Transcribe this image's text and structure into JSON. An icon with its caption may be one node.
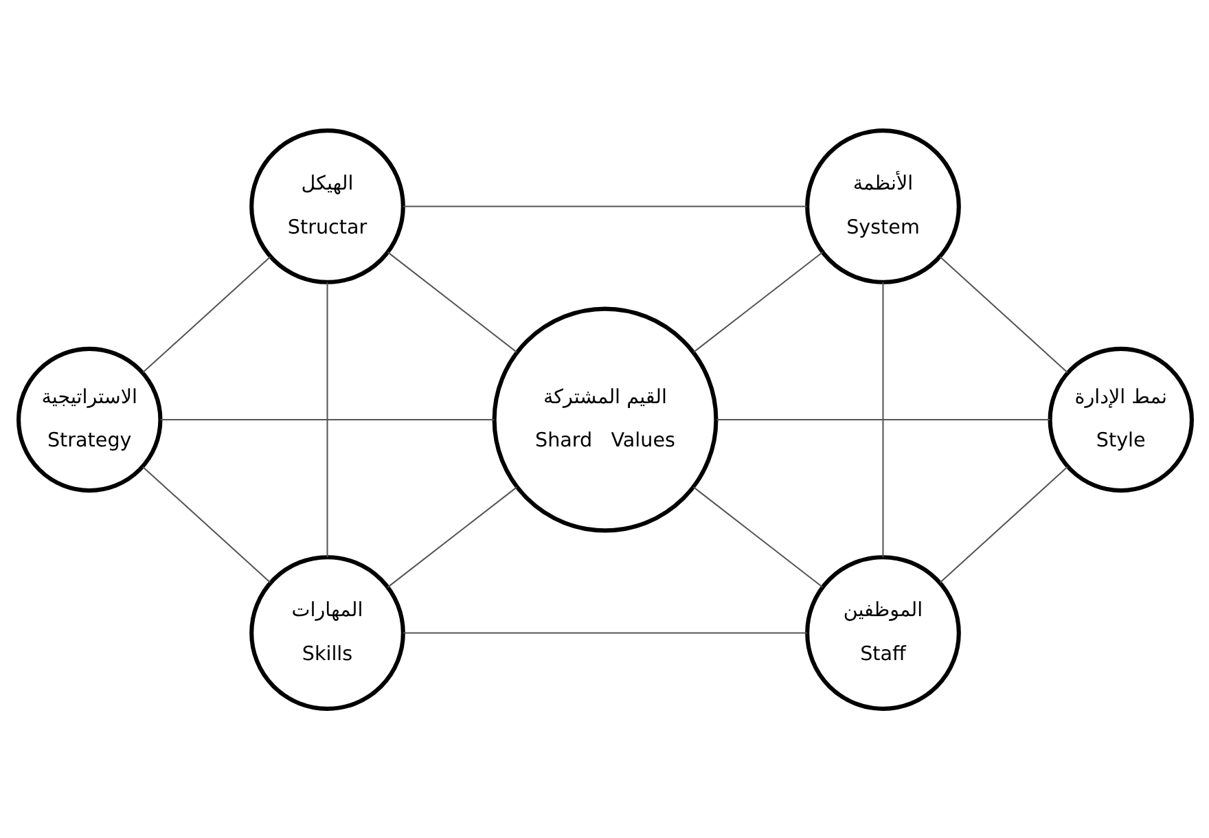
{
  "diagram": {
    "nodes": [
      {
        "text": [
          "الهيكل",
          "Structar"
        ]
      },
      {
        "text": [
          "الأنظمة",
          "System"
        ]
      },
      {
        "text": [
          "الاستراتيجية",
          "Strategy"
        ]
      },
      {
        "text": [
          "القيم المشتركة",
          "Shard   Values"
        ]
      },
      {
        "text": [
          "نمط الإدارة",
          "Style"
        ]
      },
      {
        "text": [
          "المهارات",
          "Skills"
        ]
      },
      {
        "text": [
          "الموظفين",
          "Staff"
        ]
      }
    ],
    "edges": [
      {
        "from": 0,
        "to": 1,
        "arrow": "none"
      },
      {
        "from": 2,
        "to": 0,
        "arrow": "none"
      },
      {
        "from": 0,
        "to": 3,
        "arrow": "none"
      },
      {
        "from": 0,
        "to": 5,
        "arrow": "none"
      },
      {
        "from": 3,
        "to": 1,
        "arrow": "none"
      },
      {
        "from": 1,
        "to": 4,
        "arrow": "none"
      },
      {
        "from": 1,
        "to": 6,
        "arrow": "none"
      },
      {
        "from": 2,
        "to": 3,
        "arrow": "none"
      },
      {
        "from": 2,
        "to": 5,
        "arrow": "none"
      },
      {
        "from": 3,
        "to": 4,
        "arrow": "none"
      },
      {
        "from": 5,
        "to": 3,
        "arrow": "none"
      },
      {
        "from": 3,
        "to": 6,
        "arrow": "none"
      },
      {
        "from": 5,
        "to": 6,
        "arrow": "none"
      },
      {
        "from": 6,
        "to": 4,
        "arrow": "none"
      }
    ]
  }
}
